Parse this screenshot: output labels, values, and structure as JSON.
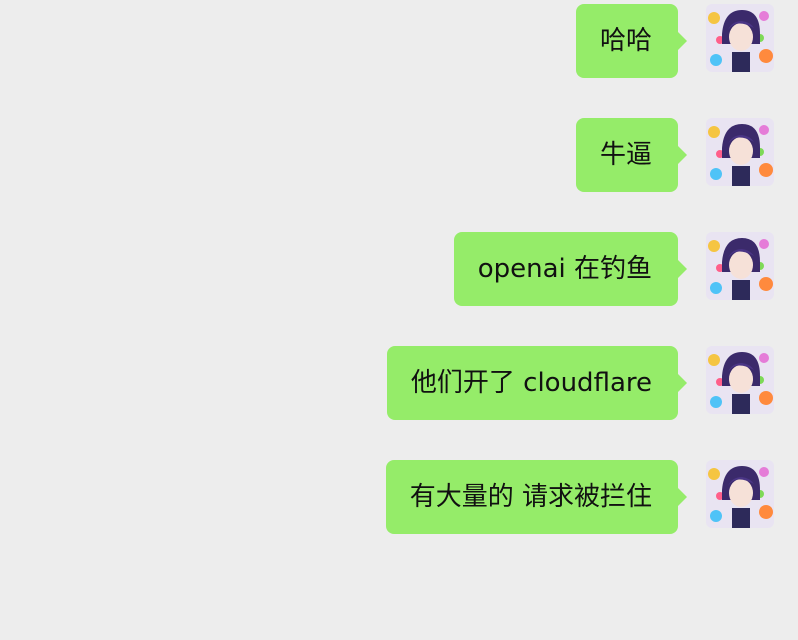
{
  "messages": [
    {
      "text": "哈哈"
    },
    {
      "text": "牛逼"
    },
    {
      "text": "openai 在钓鱼"
    },
    {
      "text": "他们开了 cloudflare"
    },
    {
      "text": "有大量的 请求被拦住"
    }
  ]
}
